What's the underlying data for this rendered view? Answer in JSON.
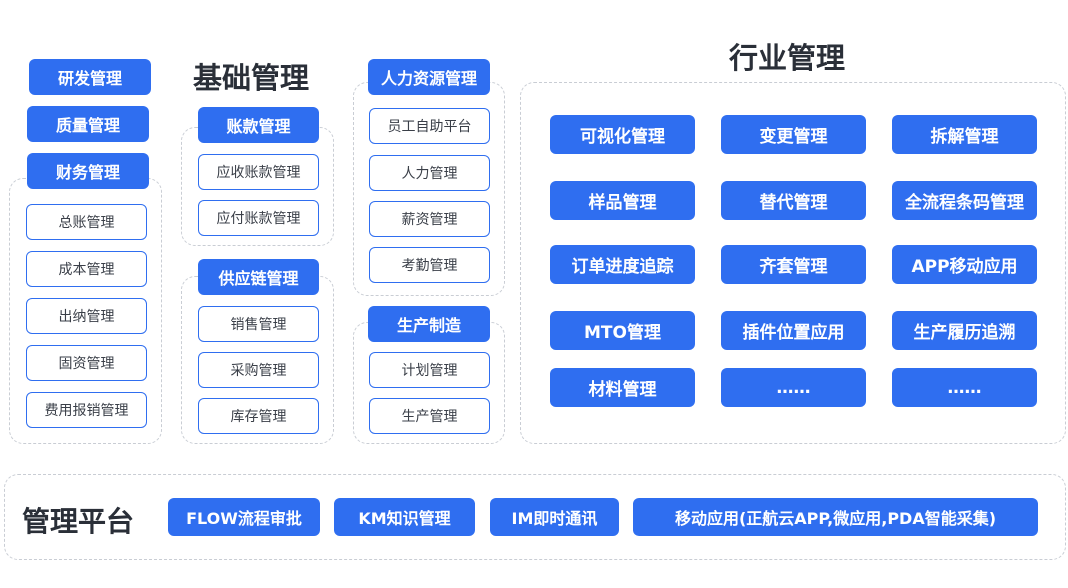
{
  "basic": {
    "title": "基础管理",
    "left_top": [
      "研发管理",
      "质量管理"
    ],
    "finance": {
      "title": "财务管理",
      "items": [
        "总账管理",
        "成本管理",
        "出纳管理",
        "固资管理",
        "费用报销管理"
      ]
    },
    "accounts": {
      "title": "账款管理",
      "items": [
        "应收账款管理",
        "应付账款管理"
      ]
    },
    "supply": {
      "title": "供应链管理",
      "items": [
        "销售管理",
        "采购管理",
        "库存管理"
      ]
    },
    "hr": {
      "title": "人力资源管理",
      "items": [
        "员工自助平台",
        "人力管理",
        "薪资管理",
        "考勤管理"
      ]
    },
    "production": {
      "title": "生产制造",
      "items": [
        "计划管理",
        "生产管理"
      ]
    }
  },
  "industry": {
    "title": "行业管理",
    "items": [
      "可视化管理",
      "变更管理",
      "拆解管理",
      "样品管理",
      "替代管理",
      "全流程条码管理",
      "订单进度追踪",
      "齐套管理",
      "APP移动应用",
      "MTO管理",
      "插件位置应用",
      "生产履历追溯",
      "材料管理",
      "……",
      "……"
    ]
  },
  "platform": {
    "title": "管理平台",
    "items": [
      "FLOW流程审批",
      "KM知识管理",
      "IM即时通讯",
      "移动应用(正航云APP,微应用,PDA智能采集)"
    ]
  },
  "colors": {
    "primary": "#2f6ef0",
    "dashed_border": "#c9cdd4",
    "title_text": "#2a2f38"
  }
}
